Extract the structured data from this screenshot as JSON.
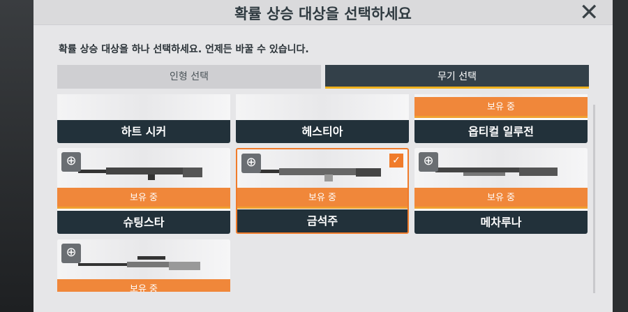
{
  "dialog": {
    "title": "확률 상승 대상을 선택하세요",
    "description": "확률 상승 대상을 하나 선택하세요. 언제든 바꿀 수 있습니다."
  },
  "tabs": [
    {
      "label": "인형 선택",
      "active": false
    },
    {
      "label": "무기 선택",
      "active": true
    }
  ],
  "owned_label": "보유 중",
  "weapons": [
    {
      "name": "하트 시커",
      "owned": false
    },
    {
      "name": "헤스티아",
      "owned": false
    },
    {
      "name": "옵티컬 일루전",
      "owned": true
    },
    {
      "name": "슈팅스타",
      "owned": true
    },
    {
      "name": "금석주",
      "owned": true,
      "selected": true
    },
    {
      "name": "메차루나",
      "owned": true
    },
    {
      "name": "",
      "owned": true
    }
  ],
  "colors": {
    "accent": "#f07b2a",
    "dark": "#22313a",
    "tab_underline": "#f0b21e"
  }
}
